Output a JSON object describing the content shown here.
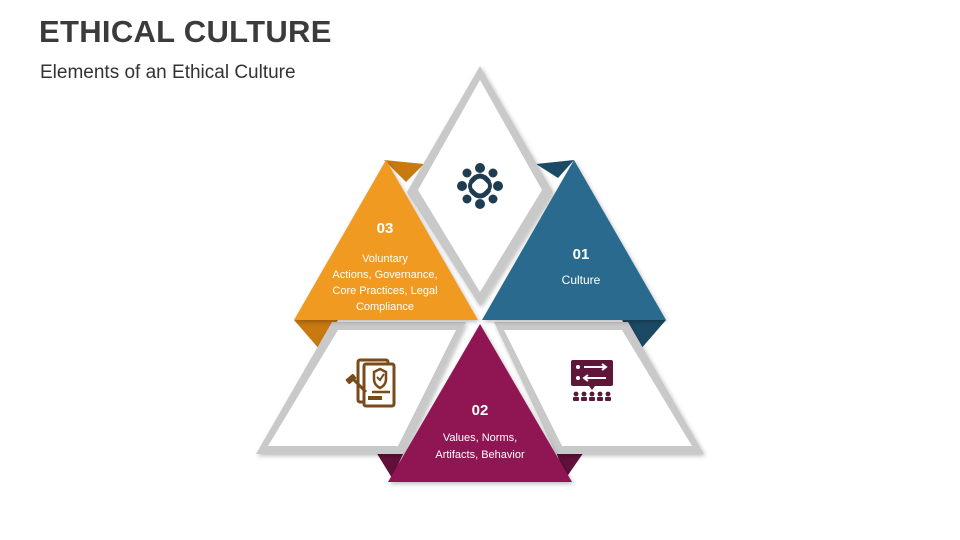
{
  "title": "ETHICAL CULTURE",
  "subtitle": "Elements of an Ethical Culture",
  "colors": {
    "culture": "#2a6a8e",
    "culture_dark": "#1b4a66",
    "values": "#8f1753",
    "values_dark": "#61103a",
    "voluntary": "#f19a24",
    "voluntary_dark": "#c8790f",
    "frame": "#c9c9c9",
    "icon_top": "#1f3d52",
    "icon_left": "#7a4b1a",
    "icon_right": "#5e1738"
  },
  "segments": {
    "culture": {
      "number": "01",
      "lines": [
        "Culture"
      ]
    },
    "values": {
      "number": "02",
      "lines": [
        "Values, Norms,",
        "Artifacts, Behavior"
      ]
    },
    "voluntary": {
      "number": "03",
      "lines": [
        "Voluntary",
        "Actions, Governance,",
        "Core Practices, Legal",
        "Compliance"
      ]
    }
  },
  "icons": {
    "top": "people-circle-icon",
    "left": "legal-document-icon",
    "right": "presentation-board-icon"
  }
}
